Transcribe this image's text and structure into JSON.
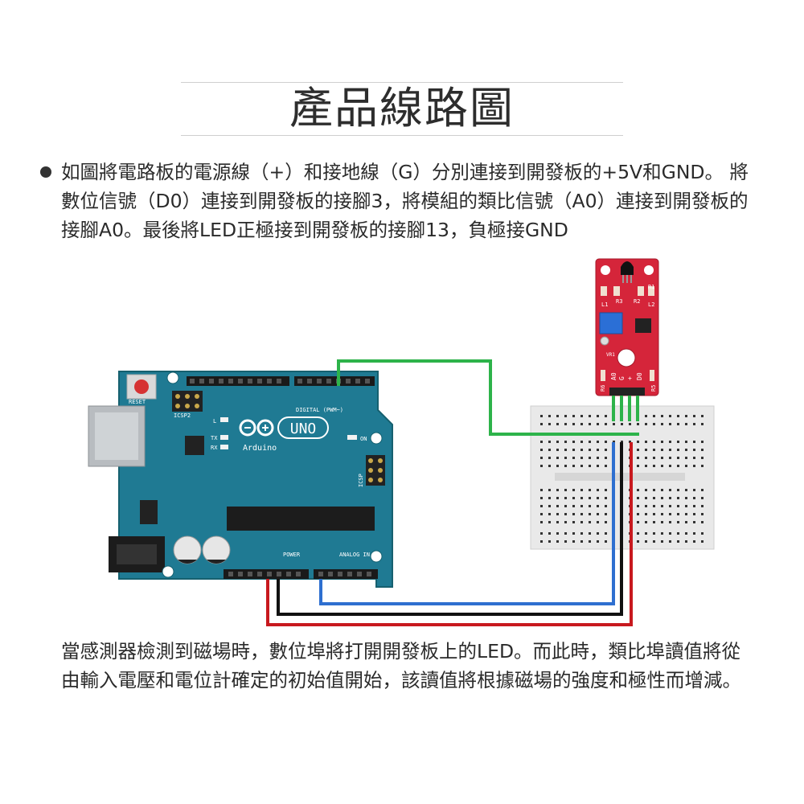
{
  "title": "產品線路圖",
  "intro": "如圖將電路板的電源線（+）和接地線（G）分別連接到開發板的+5V和GND。 將數位信號（D0）連接到開發板的接腳3，將模組的類比信號（A0）連接到開發板的接腳A0。最後將LED正極接到開發板的接腳13，負極接GND",
  "outro": "當感測器檢測到磁場時，數位埠將打開開發板上的LED。而此時，類比埠讀值將從由輸入電壓和電位計確定的初始值開始，該讀值將根據磁場的強度和極性而增減。",
  "board": {
    "reset": "RESET",
    "icsp2": "ICSP2",
    "icsp": "ICSP",
    "digital": "DIGITAL (PWM~)",
    "brand": "Arduino",
    "model": "UNO",
    "on": "ON",
    "led_l": "L",
    "tx": "TX",
    "rx": "RX",
    "power": "POWER",
    "analog": "ANALOG IN"
  },
  "module": {
    "vr": "VR1",
    "r1": "R1",
    "r2": "R2",
    "r3": "R3",
    "r5": "R5",
    "r6": "R6",
    "l1": "L1",
    "l2": "L2",
    "pin_a0": "A0",
    "pin_g": "G",
    "pin_plus": "+",
    "pin_d0": "D0"
  },
  "colors": {
    "board": "#1f7a93",
    "module": "#d5253a",
    "wire_green": "#2db34a",
    "wire_blue": "#2e6fd0",
    "wire_red": "#c8191e",
    "wire_black": "#111111"
  }
}
